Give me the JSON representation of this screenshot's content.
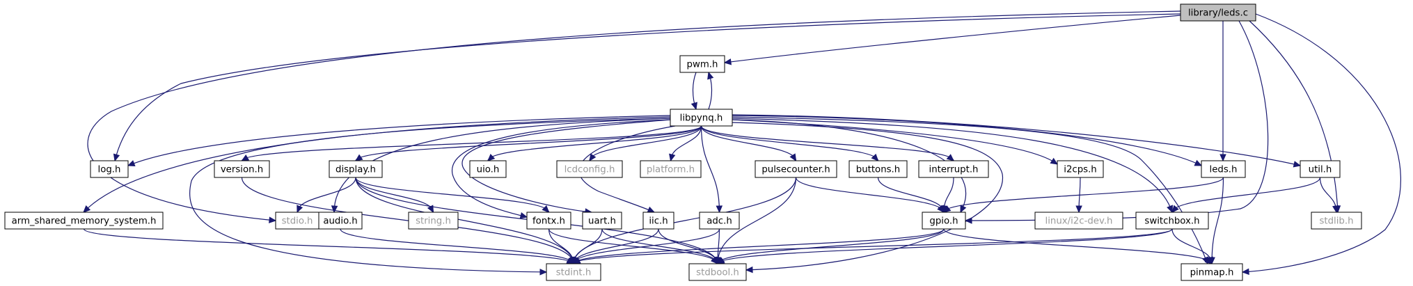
{
  "diagram": {
    "colors": {
      "edge": "#191970",
      "node_border": "#000000",
      "external_border": "#bfbfbf",
      "external_text": "#9a9a9a",
      "root_fill": "#bfbfbf",
      "node_fill": "#ffffff"
    },
    "nodes": [
      {
        "id": "leds_c",
        "label": "library/leds.c",
        "style": "root"
      },
      {
        "id": "pwm",
        "label": "pwm.h",
        "style": "normal"
      },
      {
        "id": "libpynq",
        "label": "libpynq.h",
        "style": "normal"
      },
      {
        "id": "log",
        "label": "log.h",
        "style": "normal"
      },
      {
        "id": "version",
        "label": "version.h",
        "style": "normal"
      },
      {
        "id": "display",
        "label": "display.h",
        "style": "normal"
      },
      {
        "id": "uio",
        "label": "uio.h",
        "style": "normal"
      },
      {
        "id": "lcdconfig",
        "label": "lcdconfig.h",
        "style": "external"
      },
      {
        "id": "platform",
        "label": "platform.h",
        "style": "external"
      },
      {
        "id": "pulsecounter",
        "label": "pulsecounter.h",
        "style": "normal"
      },
      {
        "id": "buttons",
        "label": "buttons.h",
        "style": "normal"
      },
      {
        "id": "interrupt",
        "label": "interrupt.h",
        "style": "normal"
      },
      {
        "id": "i2cps",
        "label": "i2cps.h",
        "style": "normal"
      },
      {
        "id": "leds_h",
        "label": "leds.h",
        "style": "normal"
      },
      {
        "id": "util",
        "label": "util.h",
        "style": "normal"
      },
      {
        "id": "arm",
        "label": "arm_shared_memory_system.h",
        "style": "normal"
      },
      {
        "id": "stdio",
        "label": "stdio.h",
        "style": "external"
      },
      {
        "id": "audio",
        "label": "audio.h",
        "style": "normal"
      },
      {
        "id": "string",
        "label": "string.h",
        "style": "external"
      },
      {
        "id": "fontx",
        "label": "fontx.h",
        "style": "normal"
      },
      {
        "id": "uart",
        "label": "uart.h",
        "style": "normal"
      },
      {
        "id": "iic",
        "label": "iic.h",
        "style": "normal"
      },
      {
        "id": "adc",
        "label": "adc.h",
        "style": "normal"
      },
      {
        "id": "gpio",
        "label": "gpio.h",
        "style": "normal"
      },
      {
        "id": "linux_i2c",
        "label": "linux/i2c-dev.h",
        "style": "external"
      },
      {
        "id": "switchbox",
        "label": "switchbox.h",
        "style": "normal"
      },
      {
        "id": "stdlib",
        "label": "stdlib.h",
        "style": "external"
      },
      {
        "id": "stdint",
        "label": "stdint.h",
        "style": "external"
      },
      {
        "id": "stdbool",
        "label": "stdbool.h",
        "style": "external"
      },
      {
        "id": "pinmap",
        "label": "pinmap.h",
        "style": "normal"
      }
    ],
    "edges": [
      {
        "from": "leds_c",
        "to": "pwm"
      },
      {
        "from": "leds_c",
        "to": "log"
      },
      {
        "from": "leds_c",
        "to": "stdio"
      },
      {
        "from": "leds_c",
        "to": "leds_h"
      },
      {
        "from": "leds_c",
        "to": "gpio"
      },
      {
        "from": "leds_c",
        "to": "stdlib"
      },
      {
        "from": "leds_c",
        "to": "pinmap"
      },
      {
        "from": "pwm",
        "to": "libpynq"
      },
      {
        "from": "libpynq",
        "to": "pwm"
      },
      {
        "from": "libpynq",
        "to": "log"
      },
      {
        "from": "libpynq",
        "to": "arm"
      },
      {
        "from": "libpynq",
        "to": "version"
      },
      {
        "from": "libpynq",
        "to": "display"
      },
      {
        "from": "libpynq",
        "to": "audio"
      },
      {
        "from": "libpynq",
        "to": "uio"
      },
      {
        "from": "libpynq",
        "to": "lcdconfig"
      },
      {
        "from": "libpynq",
        "to": "platform"
      },
      {
        "from": "libpynq",
        "to": "pulsecounter"
      },
      {
        "from": "libpynq",
        "to": "buttons"
      },
      {
        "from": "libpynq",
        "to": "interrupt"
      },
      {
        "from": "libpynq",
        "to": "i2cps"
      },
      {
        "from": "libpynq",
        "to": "leds_h"
      },
      {
        "from": "libpynq",
        "to": "util"
      },
      {
        "from": "libpynq",
        "to": "fontx"
      },
      {
        "from": "libpynq",
        "to": "uart"
      },
      {
        "from": "libpynq",
        "to": "iic"
      },
      {
        "from": "libpynq",
        "to": "adc"
      },
      {
        "from": "libpynq",
        "to": "gpio"
      },
      {
        "from": "libpynq",
        "to": "switchbox"
      },
      {
        "from": "libpynq",
        "to": "pinmap"
      },
      {
        "from": "libpynq",
        "to": "stdint"
      },
      {
        "from": "libpynq",
        "to": "stdbool"
      },
      {
        "from": "version",
        "to": "stdint"
      },
      {
        "from": "display",
        "to": "stdio"
      },
      {
        "from": "display",
        "to": "string"
      },
      {
        "from": "display",
        "to": "fontx"
      },
      {
        "from": "display",
        "to": "stdint"
      },
      {
        "from": "display",
        "to": "stdbool"
      },
      {
        "from": "arm",
        "to": "stdint"
      },
      {
        "from": "audio",
        "to": "stdint"
      },
      {
        "from": "fontx",
        "to": "stdint"
      },
      {
        "from": "fontx",
        "to": "stdbool"
      },
      {
        "from": "uart",
        "to": "stdint"
      },
      {
        "from": "uart",
        "to": "stdbool"
      },
      {
        "from": "iic",
        "to": "stdint"
      },
      {
        "from": "iic",
        "to": "stdbool"
      },
      {
        "from": "adc",
        "to": "stdint"
      },
      {
        "from": "adc",
        "to": "stdbool"
      },
      {
        "from": "pulsecounter",
        "to": "gpio"
      },
      {
        "from": "pulsecounter",
        "to": "stdint"
      },
      {
        "from": "pulsecounter",
        "to": "stdbool"
      },
      {
        "from": "buttons",
        "to": "gpio"
      },
      {
        "from": "interrupt",
        "to": "gpio"
      },
      {
        "from": "i2cps",
        "to": "linux_i2c"
      },
      {
        "from": "leds_h",
        "to": "gpio"
      },
      {
        "from": "leds_h",
        "to": "pinmap"
      },
      {
        "from": "util",
        "to": "switchbox"
      },
      {
        "from": "util",
        "to": "stdlib"
      },
      {
        "from": "gpio",
        "to": "stdint"
      },
      {
        "from": "gpio",
        "to": "stdbool"
      },
      {
        "from": "gpio",
        "to": "pinmap"
      },
      {
        "from": "switchbox",
        "to": "pinmap"
      },
      {
        "from": "switchbox",
        "to": "stdint"
      },
      {
        "from": "switchbox",
        "to": "stdbool"
      }
    ]
  }
}
